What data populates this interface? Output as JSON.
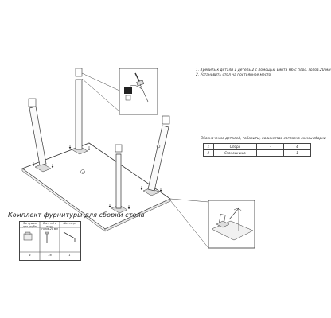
{
  "instructions": {
    "step1": "1.  Крепить к детали 1 детель 2 с помощью винта м6 с плос. голов.20 мм",
    "step2": "2.  Установить стол на постоянное место."
  },
  "parts_table": {
    "caption": "Обозначение деталей, габариты, количество согласно схемы сборки",
    "rows": [
      {
        "num": "1",
        "name": "Опора",
        "mark": "-",
        "qty": "4"
      },
      {
        "num": "2",
        "name": "Столешница",
        "mark": "-",
        "qty": "1"
      }
    ]
  },
  "kit": {
    "title": "Комплект фурнитуры для сборки стола",
    "items": [
      {
        "header": "Заглушка для трубы",
        "qty": "4",
        "icon": "tube-plug-icon"
      },
      {
        "header": "Винт м6 с плос. голов.20 мм",
        "qty": "16",
        "icon": "screw-icon"
      },
      {
        "header": "Шестигр.",
        "qty": "1",
        "icon": "hex-key-icon"
      }
    ]
  }
}
